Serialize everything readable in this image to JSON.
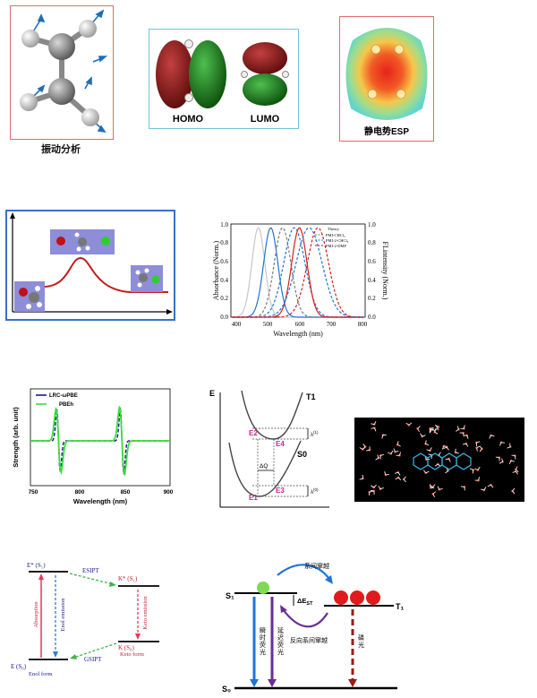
{
  "row1": {
    "vibration_caption": "振动分析",
    "homo_label": "HOMO",
    "lumo_label": "LUMO",
    "esp_caption": "静电势ESP"
  },
  "absorption_chart": {
    "ylabel_left": "Absorbance (Norm.)",
    "ylabel_right": "FLintensity (Norm.)",
    "xlabel": "Wavelength (nm)",
    "x_ticks": [
      "400",
      "500",
      "600",
      "700",
      "800"
    ],
    "y_ticks": [
      "0.0",
      "0.2",
      "0.4",
      "0.6",
      "0.8",
      "1.0"
    ],
    "legend": [
      "Theory",
      "PMI-CHCl₃",
      "PMI-2-CHCl₃",
      "PMI-2-DMF"
    ]
  },
  "strength_chart": {
    "ylabel": "Strength (arb. unit)",
    "xlabel": "Wavelength (nm)",
    "x_ticks": [
      "750",
      "800",
      "850",
      "900"
    ],
    "legend": [
      "LRC-ωPBE",
      "PBEh"
    ],
    "colors": {
      "lrc": "#1a1a8c",
      "pbeh": "#3ddc3d"
    }
  },
  "pes_diagram": {
    "axis_label": "E",
    "t1_label": "T1",
    "s0_label": "S0",
    "e1": "E1",
    "e2": "E2",
    "e3": "E3",
    "e4": "E4",
    "dq": "ΔQ",
    "lambda_top": "λ",
    "lambda_top_sup": "(1)",
    "lambda_bottom": "λ",
    "lambda_bottom_sup": "(0)"
  },
  "esipt_diagram": {
    "excited_enol": "E* (S₁)",
    "excited_keto": "K* (S₁)",
    "ground_enol": "E (S₀)",
    "ground_keto": "K (S₀)",
    "esipt": "ESIPT",
    "gsipt": "GSIPT",
    "absorption": "Absorption",
    "enol_emission": "Enol emission",
    "keto_emission": "Keto emission",
    "keto_form": "Keto form",
    "enol_form": "Enol form"
  },
  "tadf_diagram": {
    "s1": "S₁",
    "t1": "T₁",
    "s0": "S₀",
    "isc": "系间窜越",
    "risc": "反向系间窜越",
    "delta_est": "ΔE",
    "delta_est_sub": "ST",
    "prompt_fl": "瞬时荧光",
    "delayed_fl": "延迟荧光",
    "phosphorescence": "磷光"
  }
}
